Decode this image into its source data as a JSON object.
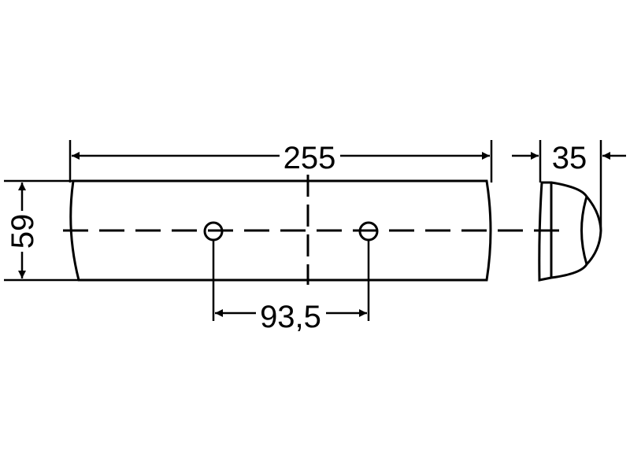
{
  "dimensions": {
    "length": "255",
    "height": "59",
    "hole_spacing": "93,5",
    "depth": "35"
  },
  "colors": {
    "line": "#000000",
    "background": "#ffffff"
  }
}
